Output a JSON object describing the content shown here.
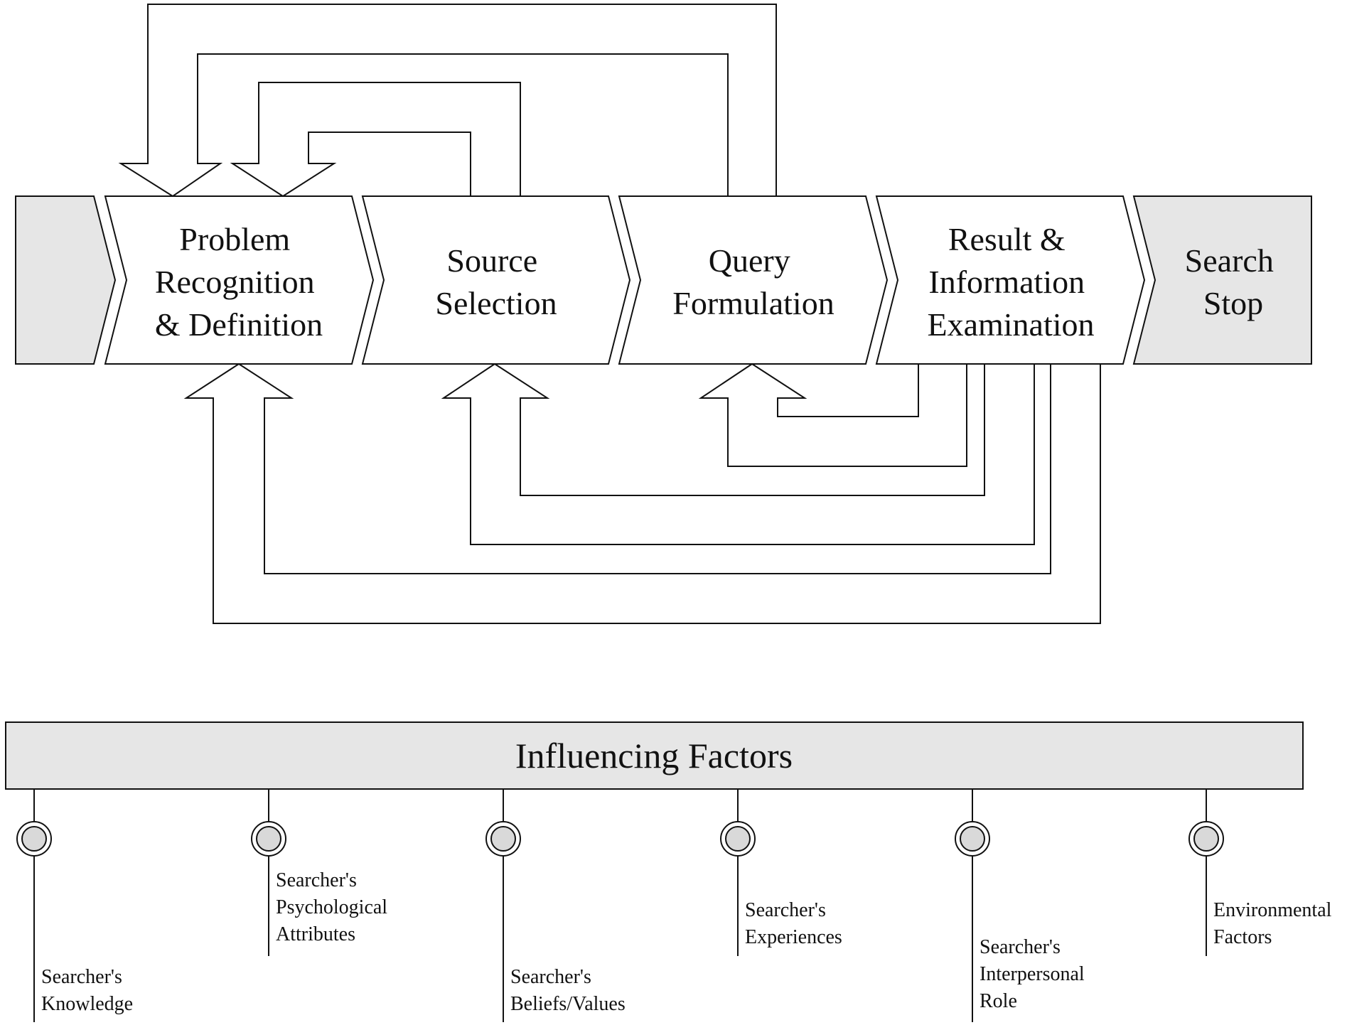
{
  "colors": {
    "stroke": "#111111",
    "shaded_fill": "#e6e6e6",
    "stage_fill": "#ffffff",
    "node_fill": "#d9d9d9"
  },
  "stages": [
    {
      "lines": [
        "Problem",
        "Recognition",
        "& Definition"
      ]
    },
    {
      "lines": [
        "Source",
        "Selection"
      ]
    },
    {
      "lines": [
        "Query",
        "Formulation"
      ]
    },
    {
      "lines": [
        "Result &",
        "Information",
        "Examination"
      ]
    },
    {
      "lines": [
        "Search",
        "Stop"
      ]
    }
  ],
  "banner": {
    "title": "Influencing Factors"
  },
  "factors": [
    {
      "lines": [
        "Searcher's",
        "Knowledge"
      ]
    },
    {
      "lines": [
        "Searcher's",
        "Psychological",
        "Attributes"
      ]
    },
    {
      "lines": [
        "Searcher's",
        "Beliefs/Values"
      ]
    },
    {
      "lines": [
        "Searcher's",
        "Experiences"
      ]
    },
    {
      "lines": [
        "Searcher's",
        "Interpersonal",
        "Role"
      ]
    },
    {
      "lines": [
        "Environmental",
        "Factors"
      ]
    }
  ]
}
